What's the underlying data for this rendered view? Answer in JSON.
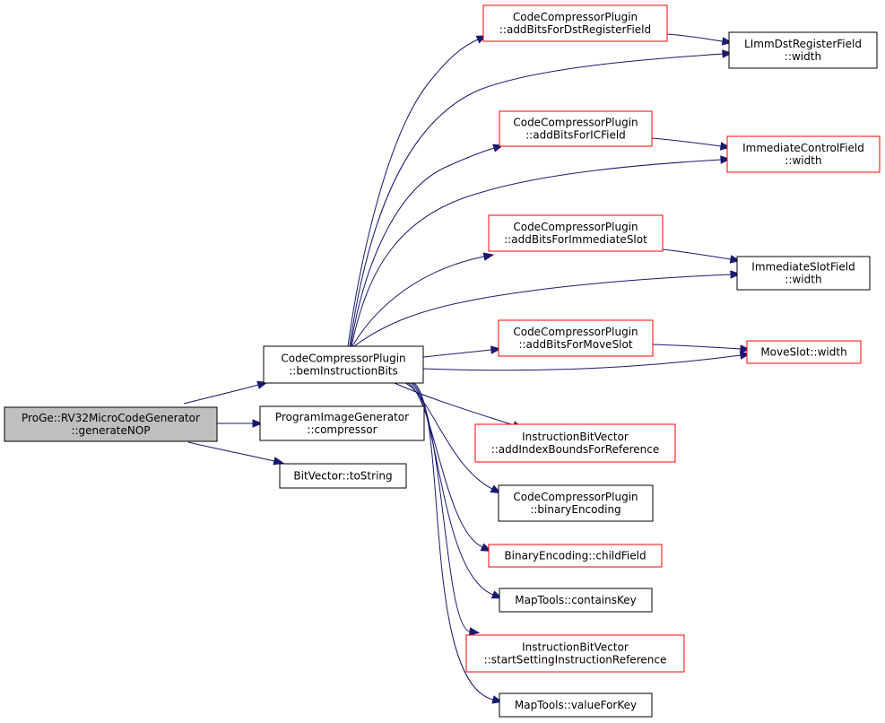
{
  "colors": {
    "edge": "#191970",
    "root_fill": "#bfbfbf",
    "border_black": "#000000",
    "border_red": "#ff0000",
    "fill_white": "#ffffff"
  },
  "nodes": [
    {
      "id": "root",
      "lines": [
        "ProGe::RV32MicroCodeGenerator",
        "::generateNOP"
      ],
      "border": "black",
      "root": true
    },
    {
      "id": "bem",
      "lines": [
        "CodeCompressorPlugin",
        "::bemInstructionBits"
      ],
      "border": "black"
    },
    {
      "id": "pig",
      "lines": [
        "ProgramImageGenerator",
        "::compressor"
      ],
      "border": "black"
    },
    {
      "id": "bv",
      "lines": [
        "BitVector::toString"
      ],
      "border": "black"
    },
    {
      "id": "dst",
      "lines": [
        "CodeCompressorPlugin",
        "::addBitsForDstRegisterField"
      ],
      "border": "red"
    },
    {
      "id": "limm",
      "lines": [
        "LImmDstRegisterField",
        "::width"
      ],
      "border": "black"
    },
    {
      "id": "icf",
      "lines": [
        "CodeCompressorPlugin",
        "::addBitsForICField"
      ],
      "border": "red"
    },
    {
      "id": "imcw",
      "lines": [
        "ImmediateControlField",
        "::width"
      ],
      "border": "red"
    },
    {
      "id": "imms",
      "lines": [
        "CodeCompressorPlugin",
        "::addBitsForImmediateSlot"
      ],
      "border": "red"
    },
    {
      "id": "isw",
      "lines": [
        "ImmediateSlotField",
        "::width"
      ],
      "border": "black"
    },
    {
      "id": "mvs",
      "lines": [
        "CodeCompressorPlugin",
        "::addBitsForMoveSlot"
      ],
      "border": "red"
    },
    {
      "id": "msw",
      "lines": [
        "MoveSlot::width"
      ],
      "border": "red"
    },
    {
      "id": "ibv1",
      "lines": [
        "InstructionBitVector",
        "::addIndexBoundsForReference"
      ],
      "border": "red"
    },
    {
      "id": "benc",
      "lines": [
        "CodeCompressorPlugin",
        "::binaryEncoding"
      ],
      "border": "black"
    },
    {
      "id": "cf",
      "lines": [
        "BinaryEncoding::childField"
      ],
      "border": "red"
    },
    {
      "id": "ck",
      "lines": [
        "MapTools::containsKey"
      ],
      "border": "black"
    },
    {
      "id": "ibv2",
      "lines": [
        "InstructionBitVector",
        "::startSettingInstructionReference"
      ],
      "border": "red"
    },
    {
      "id": "vk",
      "lines": [
        "MapTools::valueForKey"
      ],
      "border": "black"
    }
  ],
  "edges": [
    {
      "from": "root",
      "to": "bem"
    },
    {
      "from": "root",
      "to": "pig"
    },
    {
      "from": "root",
      "to": "bv"
    },
    {
      "from": "bem",
      "to": "dst"
    },
    {
      "from": "bem",
      "to": "limm"
    },
    {
      "from": "bem",
      "to": "icf"
    },
    {
      "from": "bem",
      "to": "imcw"
    },
    {
      "from": "bem",
      "to": "imms"
    },
    {
      "from": "bem",
      "to": "isw"
    },
    {
      "from": "bem",
      "to": "mvs"
    },
    {
      "from": "bem",
      "to": "msw"
    },
    {
      "from": "bem",
      "to": "ibv1"
    },
    {
      "from": "bem",
      "to": "benc"
    },
    {
      "from": "bem",
      "to": "cf"
    },
    {
      "from": "bem",
      "to": "ck"
    },
    {
      "from": "bem",
      "to": "ibv2"
    },
    {
      "from": "bem",
      "to": "vk"
    },
    {
      "from": "dst",
      "to": "limm"
    },
    {
      "from": "icf",
      "to": "imcw"
    },
    {
      "from": "imms",
      "to": "isw"
    },
    {
      "from": "mvs",
      "to": "msw"
    }
  ]
}
